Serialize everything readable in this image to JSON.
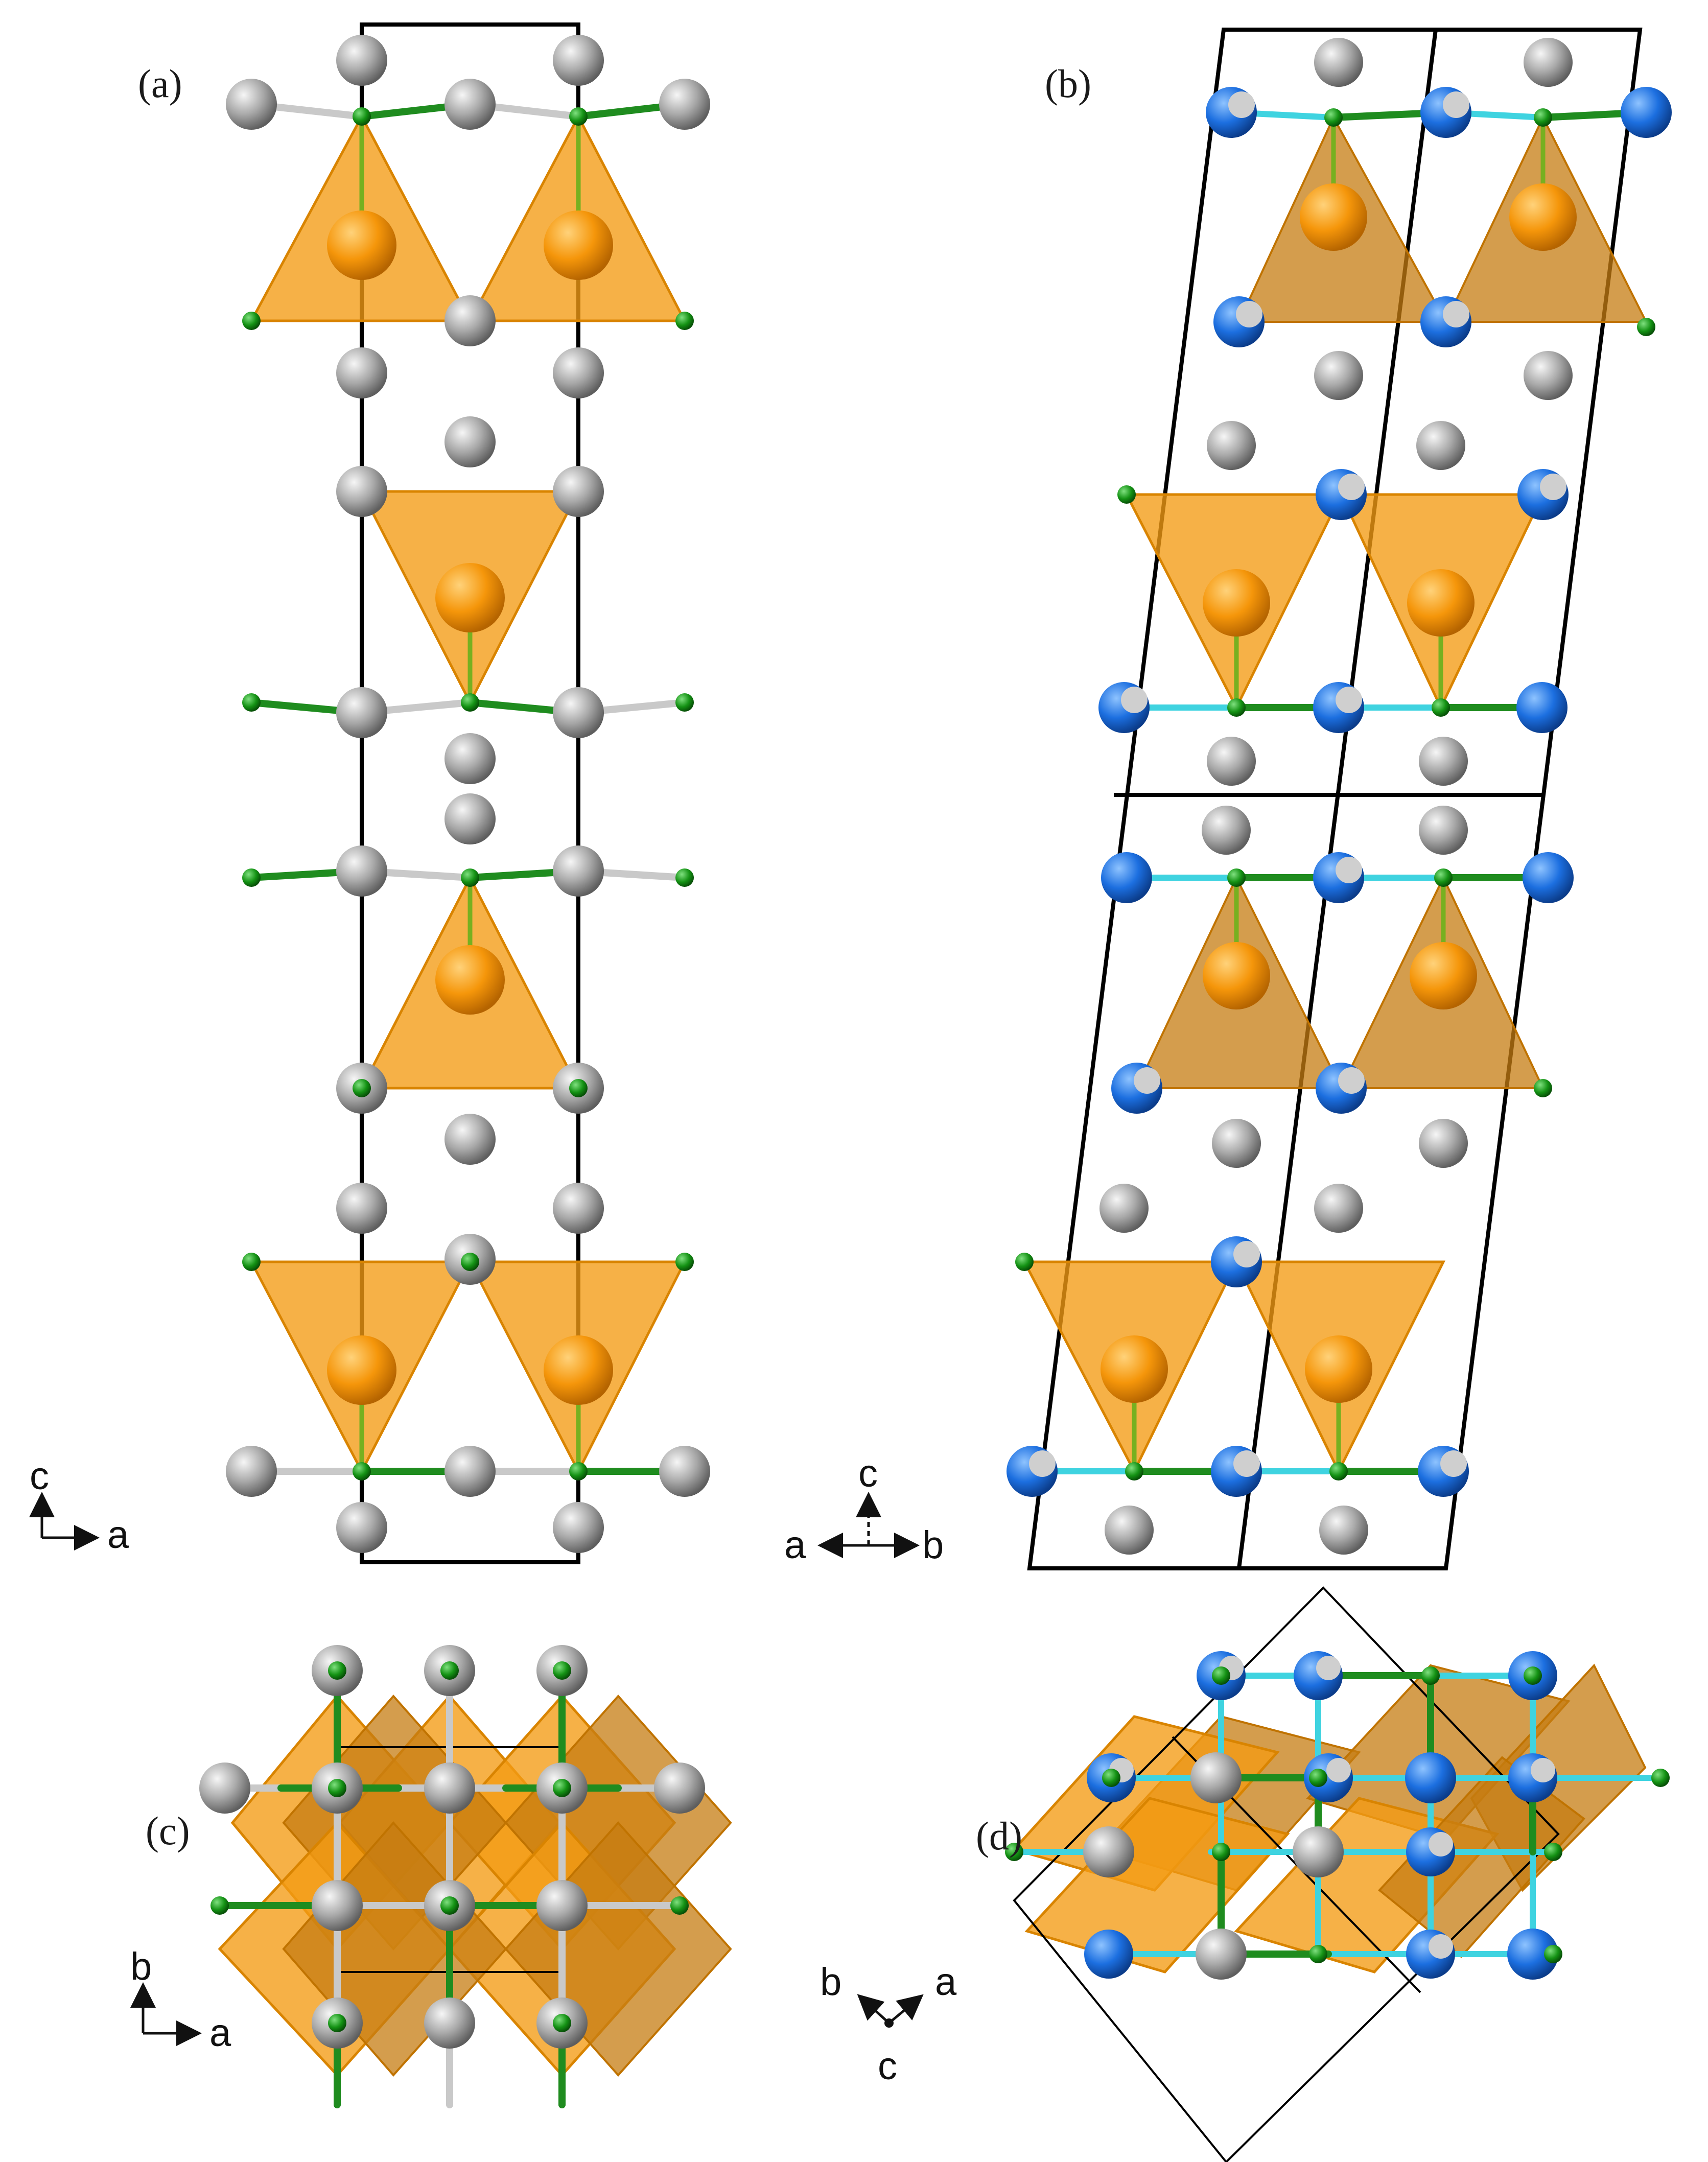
{
  "panels": {
    "a": {
      "label": "(a)"
    },
    "b": {
      "label": "(b)"
    },
    "c": {
      "label": "(c)"
    },
    "d": {
      "label": "(d)"
    }
  },
  "axes": {
    "a_panel": {
      "vertical": "c",
      "horizontal": "a"
    },
    "b_panel": {
      "up": "c",
      "left": "a",
      "right": "b"
    },
    "c_panel": {
      "vertical": "b",
      "horizontal": "a"
    },
    "d_panel": {
      "upper_left": "b",
      "upper_right": "a",
      "out_of_plane": "c"
    }
  },
  "colors": {
    "gray_atom": "#9a9a9a",
    "orange_atom": "#f5960a",
    "green_atom": "#1a9a1a",
    "blue_atom": "#1c6fe0",
    "polyhedron": "#f49b13",
    "cyan_bond": "#3fd3e0",
    "cell_line": "#000000"
  },
  "icons": {
    "polyhedron": "tetrahedron-icon",
    "atom": "sphere-icon",
    "axis": "axis-arrow-icon"
  }
}
